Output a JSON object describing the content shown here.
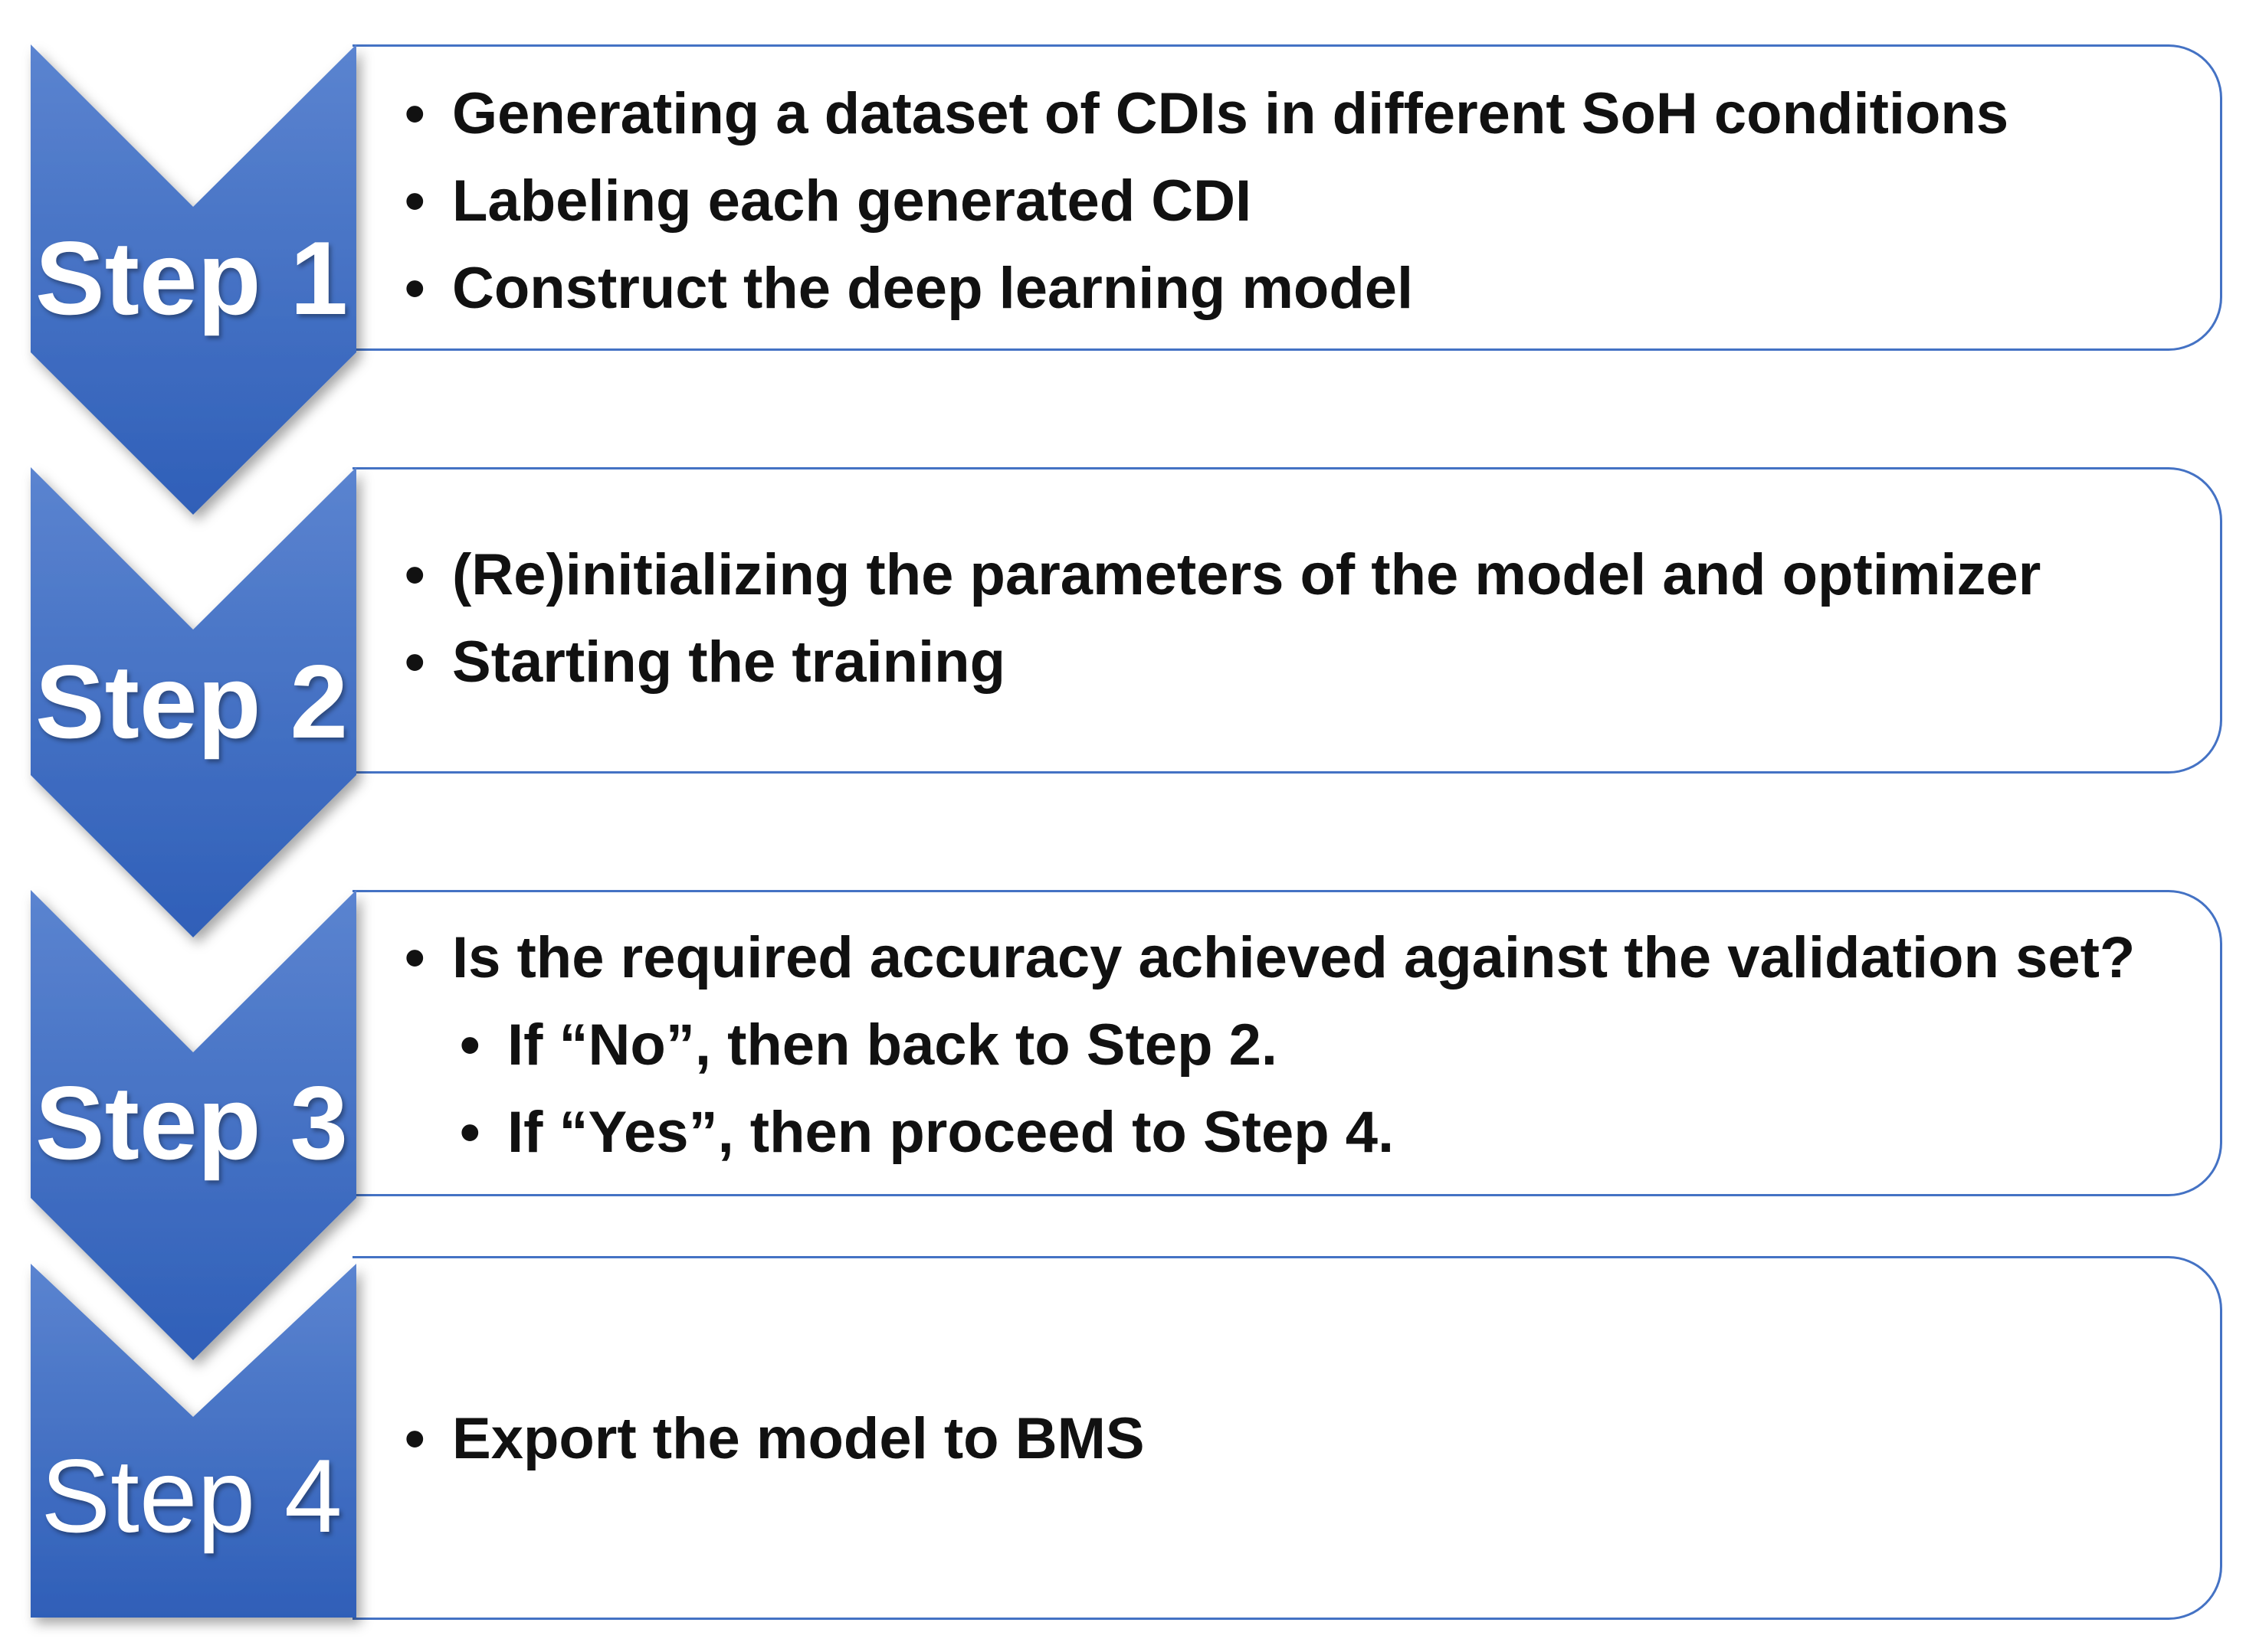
{
  "steps": [
    {
      "label": "Step 1",
      "items": [
        "Generating a dataset of CDIs in different SoH conditions",
        "Labeling each generated CDI",
        "Construct the deep learning model"
      ]
    },
    {
      "label": "Step 2",
      "items": [
        "(Re)initializing the parameters of the model and optimizer",
        "Starting the training"
      ]
    },
    {
      "label": "Step 3",
      "items": [
        "Is the required accuracy achieved against the validation set?"
      ],
      "subitems": [
        "If “No”, then back to Step 2.",
        "If “Yes”, then proceed to Step 4."
      ]
    },
    {
      "label": "Step 4",
      "items": [
        "Export the model to BMS"
      ]
    }
  ],
  "colors": {
    "chevron_top": "#5b84d0",
    "chevron_bottom": "#2f5fb8",
    "box_border": "#4472c4",
    "text": "#111111"
  }
}
